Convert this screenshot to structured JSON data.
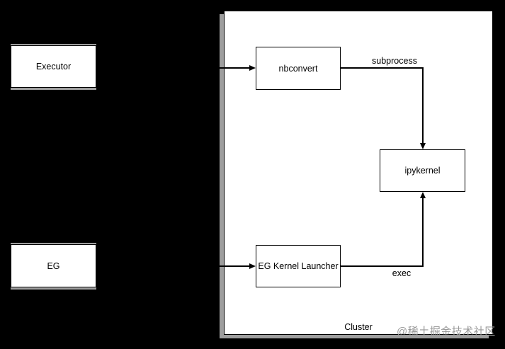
{
  "diagram": {
    "cluster": {
      "label": "Cluster"
    },
    "nodes": {
      "executor": {
        "label": "Executor"
      },
      "eg": {
        "label": "EG"
      },
      "nbconvert": {
        "label": "nbconvert"
      },
      "ipykernel": {
        "label": "ipykernel"
      },
      "eg_kernel_launcher": {
        "label": "EG Kernel Launcher"
      }
    },
    "edges": {
      "nbconvert_to_ipykernel": {
        "label": "subprocess"
      },
      "launcher_to_ipykernel": {
        "label": "exec"
      },
      "executor_to_nbconvert": {
        "label": ""
      },
      "eg_to_launcher": {
        "label": ""
      }
    },
    "watermark": {
      "text": "@稀土掘金技术社区",
      "color": "#999999"
    },
    "colors": {
      "background": "#000000",
      "node_fill": "#ffffff",
      "node_border": "#000000",
      "shadow": "#9e9e9e",
      "text": "#000000"
    }
  }
}
